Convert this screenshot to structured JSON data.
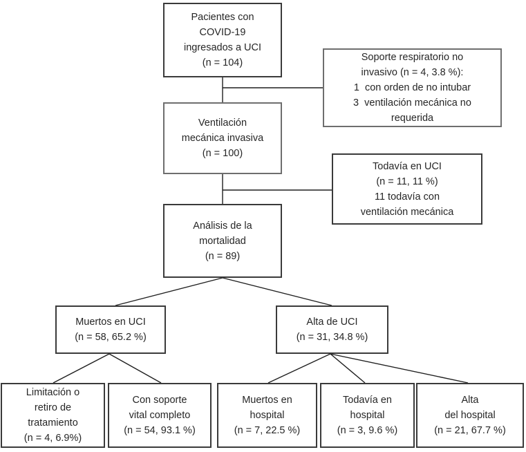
{
  "figure": {
    "description": "Flowchart of COVID-19 ICU patient outcomes",
    "background_color": "#ffffff",
    "box_border_color": "#3a3a3a",
    "line_color": "#1f1f1f",
    "text_color": "#262626",
    "nodes": {
      "patients": {
        "text": "Pacientes con\nCOVID-19\ningresados a UCI\n(n = 104)"
      },
      "noninvasive_support": {
        "text": "Soporte respiratorio no\ninvasivo (n = 4, 3.8 %):\n1  con orden de no intubar\n3  ventilación mecánica no\nrequerida"
      },
      "invasive_ventilation": {
        "text": "Ventilación\nmecánica invasiva\n(n = 100)"
      },
      "still_in_icu": {
        "text": "Todavía en UCI\n(n = 11, 11 %)\n11 todavía con\nventilación mecánica"
      },
      "mortality_analysis": {
        "text": "Análisis de la\nmortalidad\n(n = 89)"
      },
      "died_in_icu": {
        "text": "Muertos en UCI\n(n = 58, 65.2 %)"
      },
      "icu_discharge": {
        "text": "Alta de UCI\n(n = 31, 34.8 %)"
      },
      "treatment_limitation": {
        "text": "Limitación o\nretiro de\ntratamiento\n(n = 4, 6.9%)"
      },
      "full_life_support": {
        "text": "Con soporte\nvital completo\n(n = 54, 93.1 %)"
      },
      "died_in_hospital": {
        "text": "Muertos en\nhospital\n(n = 7, 22.5 %)"
      },
      "still_in_hospital": {
        "text": "Todavía en\nhospital\n(n = 3, 9.6 %)"
      },
      "hospital_discharge": {
        "text": "Alta\ndel hospital\n(n = 21, 67.7 %)"
      }
    }
  }
}
